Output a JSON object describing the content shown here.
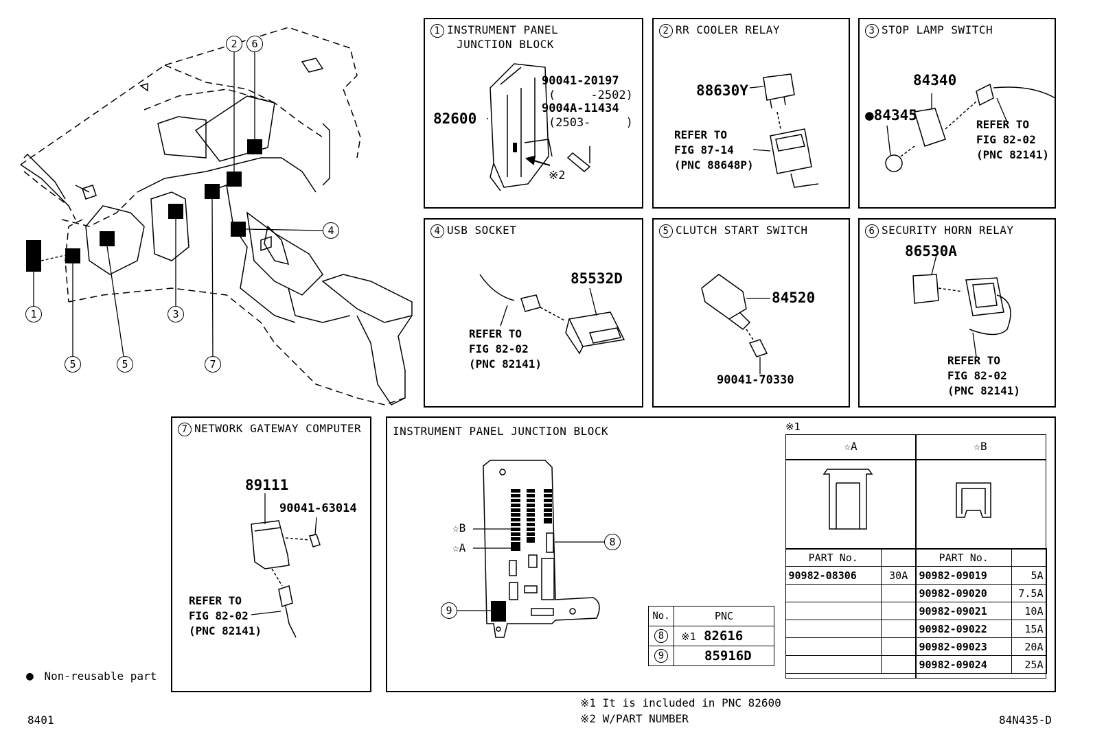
{
  "legend": {
    "bullet": "●",
    "nonreusable": "Non-reusable part"
  },
  "page_code": "8401",
  "figure_code": "84N435-D",
  "footnotes": {
    "note1": "※1 It is included in PNC 82600",
    "note2": "※2 W/PART NUMBER"
  },
  "overview": {
    "callouts": [
      "1",
      "5",
      "5",
      "3",
      "7",
      "2",
      "6",
      "4"
    ]
  },
  "panels": {
    "p1": {
      "num": "1",
      "title_line1": "INSTRUMENT PANEL",
      "title_line2": "JUNCTION BLOCK",
      "part_main": "82600",
      "part_a": "90041-20197",
      "part_a_range": "(     -2502)",
      "part_b": "9004A-11434",
      "part_b_range": "(2503-     )",
      "note_mark": "※2"
    },
    "p2": {
      "num": "2",
      "title": "RR COOLER RELAY",
      "part": "88630Y",
      "ref": "REFER TO\nFIG 87-14\n(PNC 88648P)"
    },
    "p3": {
      "num": "3",
      "title": "STOP LAMP SWITCH",
      "part_a": "84340",
      "part_b": "84345",
      "bullet": "●",
      "ref": "REFER TO\nFIG 82-02\n(PNC 82141)"
    },
    "p4": {
      "num": "4",
      "title": "USB SOCKET",
      "part": "85532D",
      "ref": "REFER TO\nFIG 82-02\n(PNC 82141)"
    },
    "p5": {
      "num": "5",
      "title": "CLUTCH START SWITCH",
      "part_a": "84520",
      "part_b": "90041-70330"
    },
    "p6": {
      "num": "6",
      "title": "SECURITY HORN RELAY",
      "part": "86530A",
      "ref": "REFER TO\nFIG 82-02\n(PNC 82141)"
    },
    "p7": {
      "num": "7",
      "title": "NETWORK GATEWAY COMPUTER",
      "part_a": "89111",
      "part_b": "90041-63014",
      "ref": "REFER TO\nFIG 82-02\n(PNC 82141)"
    }
  },
  "junction": {
    "title": "INSTRUMENT PANEL JUNCTION BLOCK",
    "star_b": "☆B",
    "star_a": "☆A",
    "callout8": "8",
    "callout9": "9",
    "pnc_table": {
      "col_no": "No.",
      "col_pnc": "PNC",
      "rows": [
        {
          "no": "8",
          "mark": "※1",
          "pnc": "82616"
        },
        {
          "no": "9",
          "mark": "",
          "pnc": "85916D"
        }
      ]
    },
    "fuse_table": {
      "mark": "※1",
      "head_a": "☆A",
      "head_b": "☆B",
      "part_no_label": "PART No.",
      "a_rows": [
        {
          "part": "90982-08306",
          "amp": "30A"
        }
      ],
      "b_rows": [
        {
          "part": "90982-09019",
          "amp": "5A"
        },
        {
          "part": "90982-09020",
          "amp": "7.5A"
        },
        {
          "part": "90982-09021",
          "amp": "10A"
        },
        {
          "part": "90982-09022",
          "amp": "15A"
        },
        {
          "part": "90982-09023",
          "amp": "20A"
        },
        {
          "part": "90982-09024",
          "amp": "25A"
        }
      ]
    }
  }
}
